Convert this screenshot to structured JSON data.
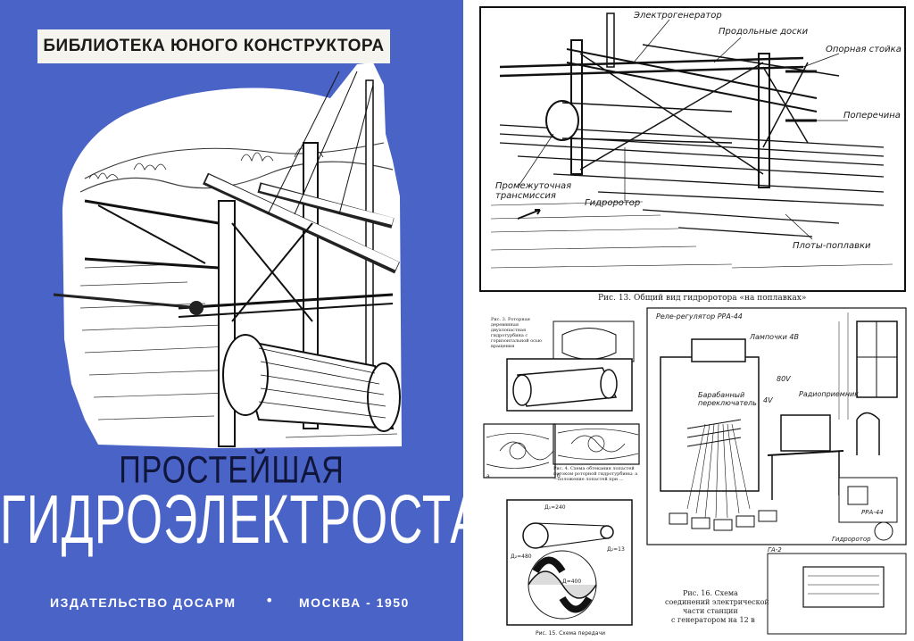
{
  "cover": {
    "series": "БИБЛИОТЕКА ЮНОГО КОНСТРУКТОРА",
    "title_line1": "ПРОСТЕЙШАЯ",
    "title_line2": "ГИДРОЭЛЕКТРОСТАНЦИЯ",
    "publisher": "ИЗДАТЕЛЬСТВО ДОСАРМ",
    "separator": "•",
    "city_year": "МОСКВА - 1950",
    "colors": {
      "background": "#4a63c6",
      "banner": "#f5f4ee",
      "title_dark": "#10163a",
      "title_light": "#ffffff"
    }
  },
  "fig13": {
    "caption": "Рис. 13. Общий вид гидроротора «на поплавках»",
    "labels": {
      "generator": "Электрогенератор",
      "long_boards": "Продольные доски",
      "support_post": "Опорная стойка",
      "crossbar": "Поперечина",
      "transmission": "Промежуточная трансмиссия",
      "rotor": "Гидроротор",
      "floats": "Плоты-поплавки"
    }
  },
  "fig3": {
    "caption": "Рис. 3. Роторная деревянная двухлопастная гидротурбина с горизонтальной осью вращения"
  },
  "fig4": {
    "caption": "Рис. 4. Схема обтекания лопастей потоком роторной гидротурбины: а—положение лопастей при ...",
    "marks": [
      "а",
      "б"
    ]
  },
  "fig15": {
    "caption": "Рис. 15. Схема передачи",
    "d_labels": [
      "Д₁=240",
      "Д₂=13",
      "Д=400",
      "Д₂=480"
    ]
  },
  "fig16": {
    "caption_line1": "Рис. 16. Схема",
    "caption_line2": "соединений электрической",
    "caption_line3": "части станции",
    "caption_line4": "с генератором на 12 в",
    "labels": {
      "relay_regulator": "Реле-регулятор РРА-44",
      "lamps": "Лампочки 4В",
      "voltage_80": "80V",
      "voltage_4": "4V",
      "drum_switch": "Барабанный переключатель",
      "radio_receiver": "Радиоприемник",
      "relay_small": "РРА-44",
      "hydrorotor": "Гидроротор",
      "gen_label": "ГА-2"
    }
  }
}
